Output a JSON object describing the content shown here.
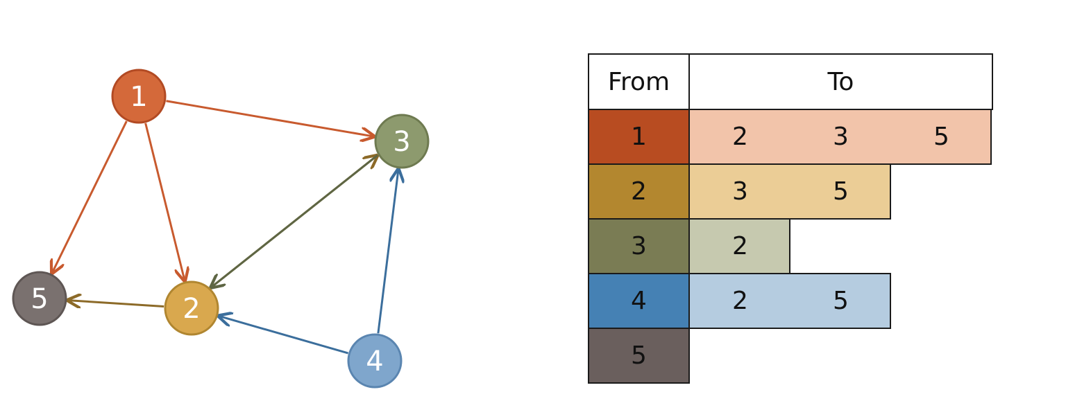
{
  "graph": {
    "nodes": [
      {
        "id": "1",
        "label": "1",
        "fill": "#D4693A",
        "stroke": "#B24A23"
      },
      {
        "id": "2",
        "label": "2",
        "fill": "#D9A84E",
        "stroke": "#B08630"
      },
      {
        "id": "3",
        "label": "3",
        "fill": "#8D9A6E",
        "stroke": "#6E7A50"
      },
      {
        "id": "4",
        "label": "4",
        "fill": "#7FA6CC",
        "stroke": "#5A85B0"
      },
      {
        "id": "5",
        "label": "5",
        "fill": "#7A716F",
        "stroke": "#5E5654"
      }
    ],
    "edges": [
      {
        "from": "1",
        "to": "3",
        "color": "#C85A2E"
      },
      {
        "from": "1",
        "to": "2",
        "color": "#C85A2E"
      },
      {
        "from": "1",
        "to": "5",
        "color": "#C85A2E"
      },
      {
        "from": "2",
        "to": "3",
        "color": "#8C6A28"
      },
      {
        "from": "2",
        "to": "5",
        "color": "#8C6A28"
      },
      {
        "from": "3",
        "to": "2",
        "color": "#5E6644"
      },
      {
        "from": "4",
        "to": "3",
        "color": "#3B6E9C"
      },
      {
        "from": "4",
        "to": "2",
        "color": "#3B6E9C"
      }
    ]
  },
  "table": {
    "header_from": "From",
    "header_to": "To",
    "rows": [
      {
        "from": "1",
        "to": [
          "2",
          "3",
          "5"
        ],
        "from_color": "#B84C21",
        "to_color": "#F2C4AA"
      },
      {
        "from": "2",
        "to": [
          "3",
          "5"
        ],
        "from_color": "#B3872F",
        "to_color": "#EBCD96"
      },
      {
        "from": "3",
        "to": [
          "2"
        ],
        "from_color": "#7A7C54",
        "to_color": "#C6C9AF"
      },
      {
        "from": "4",
        "to": [
          "2",
          "5"
        ],
        "from_color": "#4581B4",
        "to_color": "#B5CCE0"
      },
      {
        "from": "5",
        "to": [],
        "from_color": "#6A5F5D",
        "to_color": "#ffffff"
      }
    ]
  }
}
